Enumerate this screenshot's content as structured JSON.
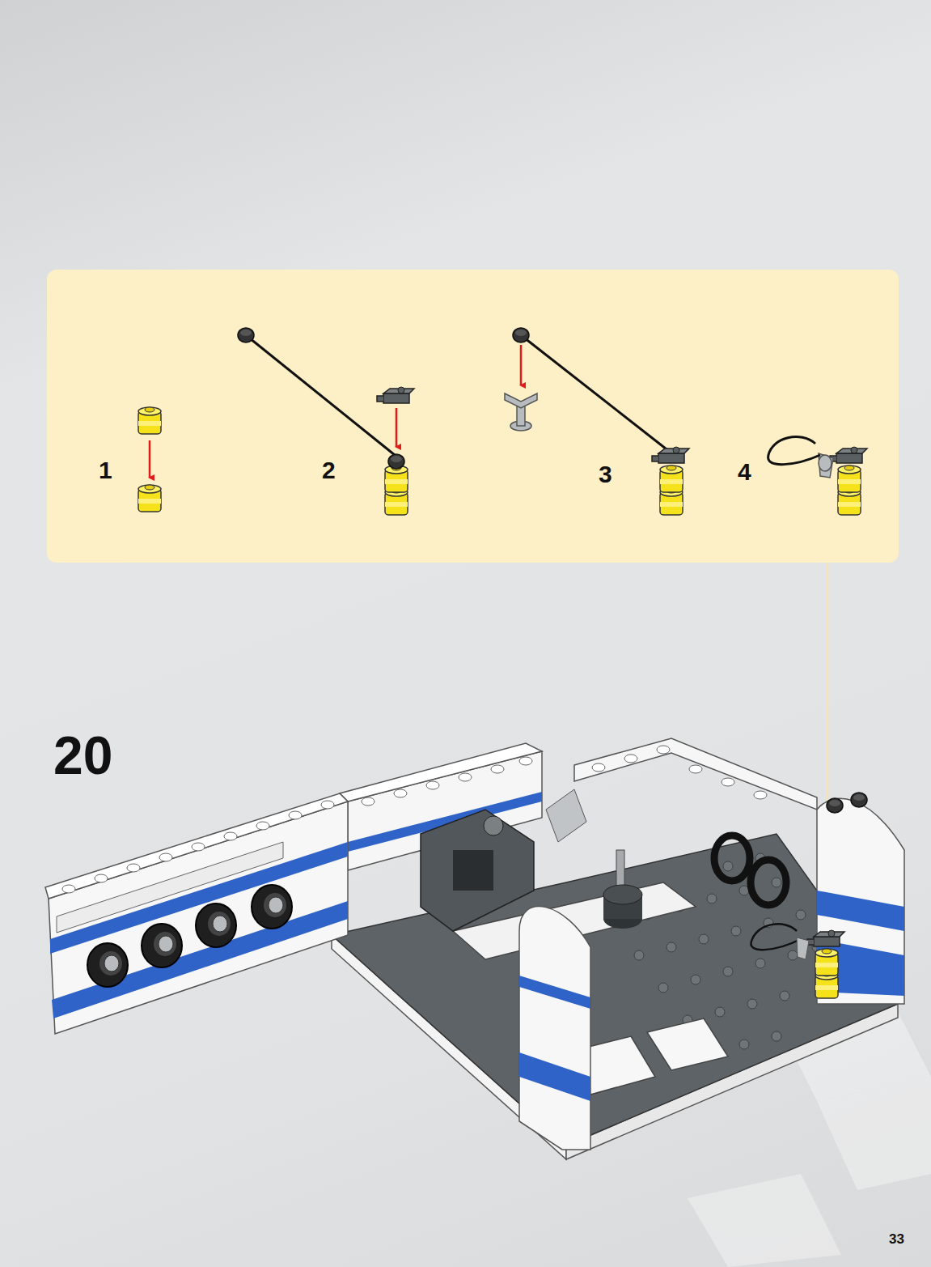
{
  "diagram": {
    "labels": [
      "1",
      "2",
      "3",
      "4",
      "20",
      "33"
    ]
  }
}
